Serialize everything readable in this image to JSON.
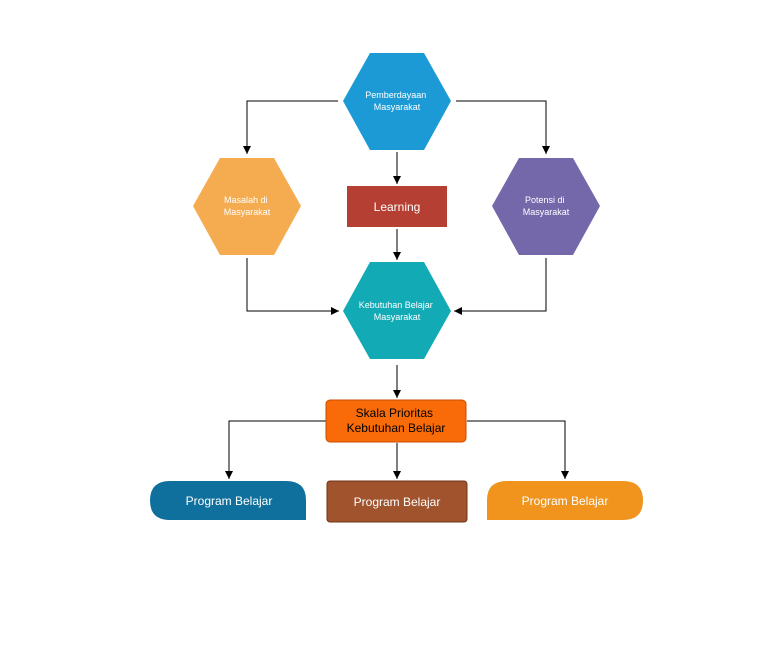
{
  "nodes": {
    "pemberdayaan": {
      "line1": "Pemberdayaan",
      "line2": "Masyarakat",
      "color": "#1b9ad6"
    },
    "masalah": {
      "line1": "Masalah di",
      "line2": "Masyarakat",
      "color": "#f5ab4f"
    },
    "learning": {
      "label": "Learning",
      "color": "#b53f32"
    },
    "potensi": {
      "line1": "Potensi di",
      "line2": "Masyarakat",
      "color": "#7468aa"
    },
    "kebutuhan": {
      "line1": "Kebutuhan Belajar",
      "line2": "Masyarakat",
      "color": "#12aab5"
    },
    "skala": {
      "line1": "Skala Prioritas",
      "line2": "Kebutuhan Belajar",
      "color": "#f86b08",
      "border": "#c84d00"
    },
    "program_left": {
      "label": "Program Belajar",
      "color": "#10709d"
    },
    "program_center": {
      "label": "Program Belajar",
      "color": "#a0532d"
    },
    "program_right": {
      "label": "Program Belajar",
      "color": "#f0941e"
    }
  },
  "connector_color": "#000000"
}
